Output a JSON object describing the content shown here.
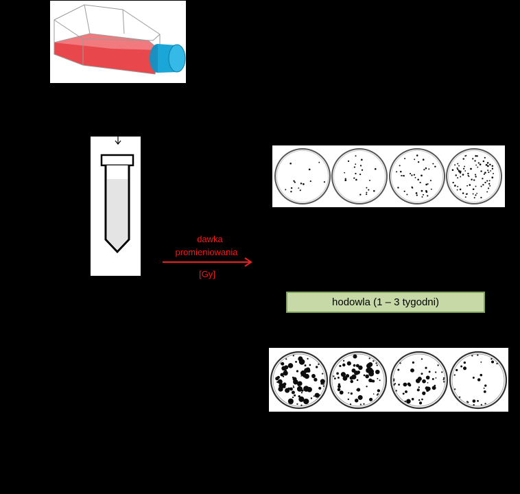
{
  "dose_label": {
    "line1": "dawka",
    "line2": "promieniowania",
    "unit": "[Gy]",
    "color": "#ff1414"
  },
  "culture_label": {
    "text": "hodowla (1 – 3 tygodni)",
    "fill": "#c6d9a6",
    "border": "#7fa55b"
  },
  "icons": [
    "culture-flask-icon",
    "centrifuge-tube-icon",
    "down-arrow-icon",
    "right-arrow-icon",
    "petri-dish-icon",
    "colony-petri-dish-icon"
  ],
  "colors": {
    "background": "#000000",
    "medium": "#e8474c",
    "cap": "#1ba6d8",
    "tube": "#e4e4e4"
  }
}
